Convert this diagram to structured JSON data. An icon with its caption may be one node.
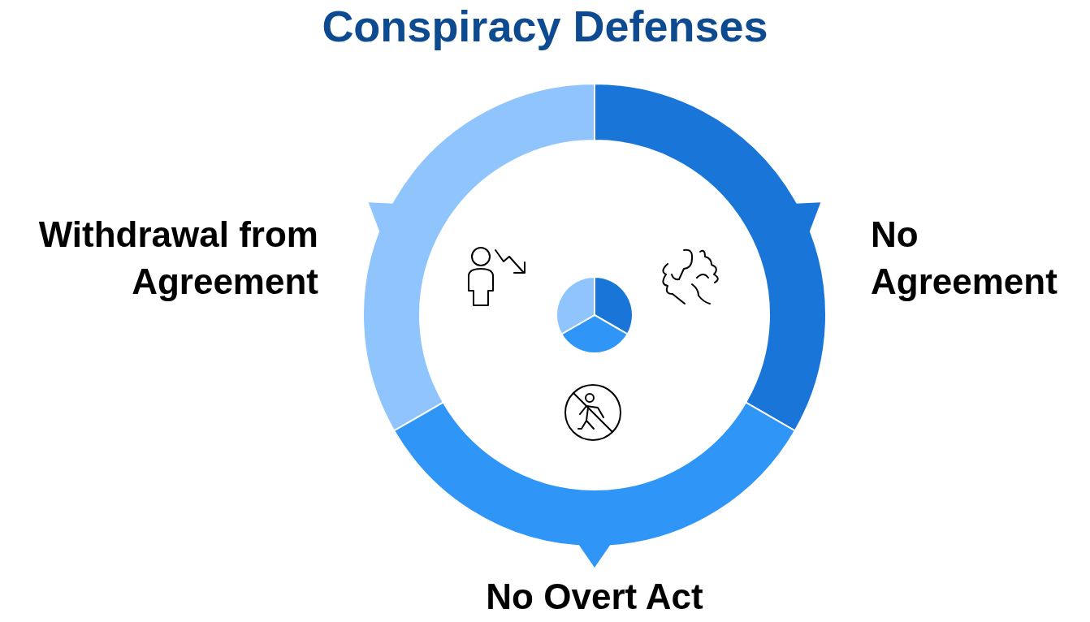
{
  "diagram": {
    "title": "Conspiracy Defenses",
    "nodes": [
      {
        "text": [
          "Withdrawal from Agreement"
        ]
      },
      {
        "text": [
          "No Agreement"
        ]
      },
      {
        "text": [
          "No Overt Act"
        ]
      }
    ]
  }
}
